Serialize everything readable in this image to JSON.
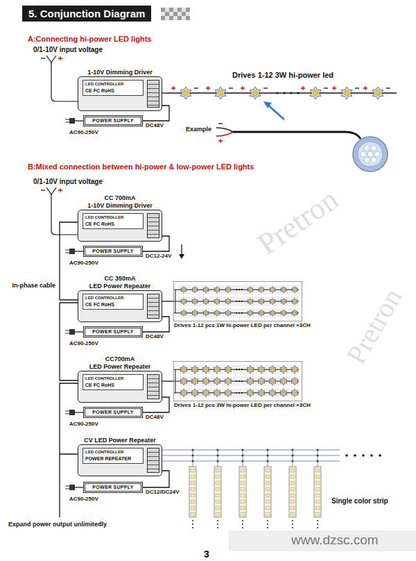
{
  "diagram": {
    "title": "5. Conjunction Diagram",
    "nodes": [
      {
        "text": [
          "1-10V Dimming Driver",
          "LED CONTROLLER",
          "CE FC RoHS"
        ]
      },
      {
        "text": [
          "POWER SUPPLY"
        ]
      },
      {
        "text": [
          "Drives 1-12 3W hi-power led"
        ]
      },
      {
        "text": [
          "CC 700mA",
          "1-10V Dimming Driver",
          "LED CONTROLLER",
          "CE FC RoHS"
        ]
      },
      {
        "text": [
          "POWER SUPPLY"
        ]
      },
      {
        "text": [
          "CC 350mA",
          "LED Power Repeater",
          "LED CONTROLLER",
          "CE FC RoHS"
        ]
      },
      {
        "text": [
          "POWER SUPPLY"
        ]
      },
      {
        "text": [
          "Drives 1-12 pcs 1W hi-power LED per channel ×3CH"
        ]
      },
      {
        "text": [
          "CC700mA",
          "LED Power Repeater",
          "LED CONTROLLER",
          "CE FC RoHS"
        ]
      },
      {
        "text": [
          "POWER SUPPLY"
        ]
      },
      {
        "text": [
          "Drives 1-12 pcs 3W hi-power LED per channel ×3CH"
        ]
      },
      {
        "text": [
          "CV LED Power Repeater",
          "LED CONTROLLER",
          "POWER REPEATER"
        ]
      },
      {
        "text": [
          "POWER SUPPLY"
        ]
      }
    ],
    "edges": [
      {
        "from": 1,
        "to": 0,
        "arrow": "none",
        "label": "DC48V"
      },
      {
        "from": 0,
        "to": 2,
        "arrow": "none"
      },
      {
        "from": 4,
        "to": 3,
        "arrow": "none",
        "label": "DC12-24V"
      },
      {
        "from": 3,
        "to": 5,
        "arrow": "none",
        "label": "In-phase cable"
      },
      {
        "from": 6,
        "to": 5,
        "arrow": "none",
        "label": "DC48V"
      },
      {
        "from": 5,
        "to": 7,
        "arrow": "none"
      },
      {
        "from": 5,
        "to": 8,
        "arrow": "none"
      },
      {
        "from": 9,
        "to": 8,
        "arrow": "none",
        "label": "DC48V"
      },
      {
        "from": 8,
        "to": 10,
        "arrow": "none"
      },
      {
        "from": 8,
        "to": 11,
        "arrow": "none"
      },
      {
        "from": 12,
        "to": 11,
        "arrow": "none",
        "label": "DC12/DC24V"
      }
    ],
    "labels": [
      "A:Connecting hi-power LED lights",
      "0/1-10V input voltage",
      "AC90-250V",
      "Example",
      "B:Mixed connection between hi-power & low-power LED lights",
      "0/1-10V input voltage",
      "AC90-250V",
      "AC90-250V",
      "AC90-250V",
      "AC90-250V",
      "Single color strip",
      "Expand power output unlimitedly",
      "3",
      "Pretron",
      "Pretron",
      "www.dzsc.com"
    ]
  }
}
